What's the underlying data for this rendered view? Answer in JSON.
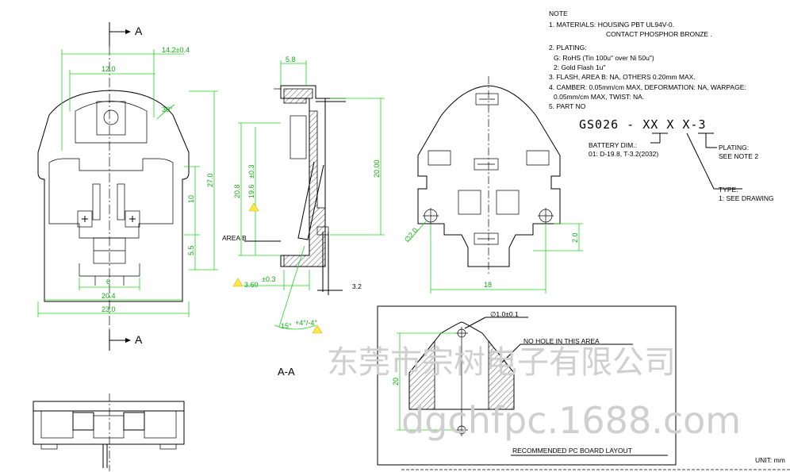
{
  "section_markers": {
    "top": "A",
    "bottom": "A"
  },
  "section_title": "A-A",
  "front_view": {
    "dims": {
      "width_14_2": "14.2±0.4",
      "width_12": "12.0",
      "angle_30": "30°",
      "height_27": "27.0",
      "height_10": "10",
      "height_5_5": "5.5",
      "width_6": "6",
      "width_20_4": "20.4",
      "width_23": "23.0"
    }
  },
  "section_view": {
    "dims": {
      "top_5_8": "5.8",
      "height_20": "20.00",
      "height_20_8": "20.8",
      "height_19_6": "19.6",
      "tol_19_6": "±0.3",
      "area_b": "AREA B",
      "depth_3_60": "3.60",
      "tol_3_60": "±0.3",
      "offset_3_2": "3.2",
      "angle_15": "15°",
      "angle_tol": "+4°/-4°"
    }
  },
  "side_view": {
    "dims": {
      "hole": "∅2.0",
      "width_18": "18",
      "height_2": "2.0"
    }
  },
  "notes": {
    "heading": "NOTE",
    "line1a": "1.  MATERIALS:  HOUSING  PBT  UL94V-0.",
    "line1b": "CONTACT  PHOSPHOR  BRONZE  .",
    "line2a": "2.  PLATING:",
    "line2b": "G:  RoHS  (Tin  100u\"  over  Ni  50u\")",
    "line2c": "2:  Gold  Flash  1u\"",
    "line3": "3.  FLASH,  AREA  B:  NA,  OTHERS  0.20mm  MAX.",
    "line4a": "4.  CAMBER:  0.05mm/cm  MAX,  DEFORMATION:  NA,  WARPAGE:",
    "line4b": "0.05mm/cm  MAX,  TWIST:  NA.",
    "line5": "5.  PART  NO"
  },
  "part_number": {
    "code": "GS026 - XX  X  X-3",
    "battery_label": "BATTERY DIM.:",
    "battery_values": "01: D-19.8, T-3.2(2032)",
    "plating_label": "PLATING:",
    "plating_ref": "SEE NOTE 2",
    "type_label": "TYPE:",
    "type_ref": "1: SEE DRAWING"
  },
  "pcb_layout": {
    "hole": "∅1.0±0.1",
    "no_hole": "NO HOLE IN THIS AREA",
    "dim_20": "20",
    "title": "RECOMMENDED PC BOARD LAYOUT"
  },
  "units": "UNIT: mm",
  "watermark": {
    "line1": "东莞市宗树电子有限公司",
    "line2": "dgchfpc.1688.com"
  },
  "colors": {
    "dimension": "#1fd41f",
    "warning": "#ffe84a",
    "watermark": "#cfcfcf"
  }
}
